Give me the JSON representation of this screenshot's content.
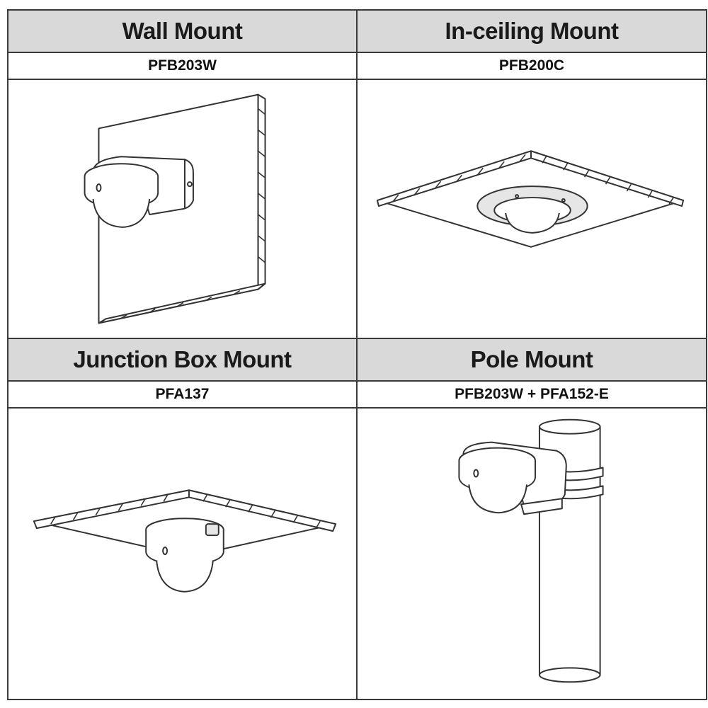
{
  "mounts": [
    {
      "title": "Wall Mount",
      "model": "PFB203W",
      "illustration": "wall-mount-illustration"
    },
    {
      "title": "In-ceiling Mount",
      "model": "PFB200C",
      "illustration": "in-ceiling-mount-illustration"
    },
    {
      "title": "Junction Box Mount",
      "model": "PFA137",
      "illustration": "junction-box-mount-illustration"
    },
    {
      "title": "Pole Mount",
      "model": "PFB203W + PFA152-E",
      "illustration": "pole-mount-illustration"
    }
  ],
  "colors": {
    "header_bg": "#d9d9d9",
    "border": "#3a3a3a",
    "line_art": "#333333"
  }
}
